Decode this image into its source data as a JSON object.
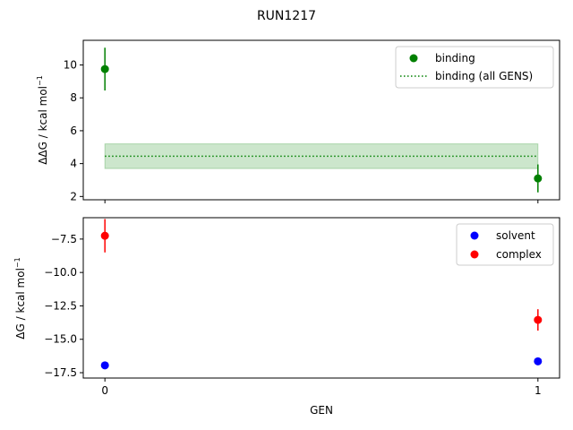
{
  "figure": {
    "title": "RUN1217"
  },
  "chart_data": [
    {
      "type": "scatter",
      "panel": "top",
      "ylabel_main": "ΔΔG / kcal mol",
      "ylabel_sup": "−1",
      "ylim": [
        1.8,
        11.5
      ],
      "xlim": [
        -0.05,
        1.05
      ],
      "yticks": [
        2,
        4,
        6,
        8,
        10
      ],
      "ytick_labels": [
        "2",
        "4",
        "6",
        "8",
        "10"
      ],
      "grid": false,
      "legend_position": "top-right",
      "series": [
        {
          "name": "binding",
          "color": "#008000",
          "marker": "circle",
          "x": [
            0,
            1
          ],
          "y": [
            9.75,
            3.1
          ],
          "yerr": [
            1.3,
            0.85
          ]
        }
      ],
      "reference_line": {
        "name": "binding (all GENS)",
        "color": "#008000",
        "style": "dotted",
        "y": 4.45,
        "band_low": 3.7,
        "band_high": 5.2,
        "band_color": "#008000",
        "x_range": [
          0,
          1
        ]
      }
    },
    {
      "type": "scatter",
      "panel": "bottom",
      "xlabel": "GEN",
      "ylabel_main": "ΔG / kcal mol",
      "ylabel_sup": "−1",
      "ylim": [
        -17.9,
        -5.9
      ],
      "xlim": [
        -0.05,
        1.05
      ],
      "xticks": [
        0,
        1
      ],
      "xtick_labels": [
        "0",
        "1"
      ],
      "yticks": [
        -7.5,
        -10.0,
        -12.5,
        -15.0,
        -17.5
      ],
      "ytick_labels": [
        "−7.5",
        "−10.0",
        "−12.5",
        "−15.0",
        "−17.5"
      ],
      "grid": false,
      "legend_position": "top-right",
      "series": [
        {
          "name": "solvent",
          "color": "#0000ff",
          "marker": "circle",
          "x": [
            0,
            1
          ],
          "y": [
            -16.95,
            -16.65
          ],
          "yerr": [
            0.15,
            0.15
          ]
        },
        {
          "name": "complex",
          "color": "#ff0000",
          "marker": "circle",
          "x": [
            0,
            1
          ],
          "y": [
            -7.25,
            -13.55
          ],
          "yerr": [
            1.25,
            0.8
          ]
        }
      ]
    }
  ]
}
